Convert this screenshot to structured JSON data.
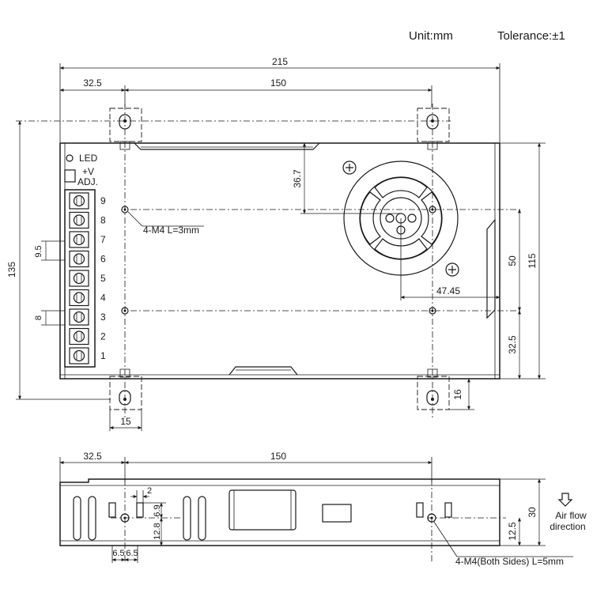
{
  "header": {
    "unit": "Unit:mm",
    "tolerance": "Tolerance:±1"
  },
  "top_view": {
    "dims": {
      "overall_width": "215",
      "hole_offset_left": "32.5",
      "hole_spacing": "150",
      "overall_height": "135",
      "body_height": "115",
      "hole_spacing_v": "50",
      "hole_bottom": "32.5",
      "fan_top": "36.7",
      "fan_offset": "47.45",
      "tab_height": "16",
      "tab_width": "15",
      "terminal_pitch": "9.5",
      "terminal_width": "8"
    },
    "labels": {
      "led": "LED",
      "vadj_1": "+V",
      "vadj_2": "ADJ.",
      "mount_note": "4-M4 L=3mm"
    },
    "terminals": [
      "9",
      "8",
      "7",
      "6",
      "5",
      "4",
      "3",
      "2",
      "1"
    ]
  },
  "side_view": {
    "dims": {
      "hole_offset_left": "32.5",
      "hole_spacing": "150",
      "height": "30",
      "hole_height": "12.5",
      "slot_gap": "2",
      "slot_height": "6.9",
      "slot_height2": "12.8",
      "slot_w1": "6.5",
      "slot_w2": "6.5"
    },
    "labels": {
      "mount_note": "4-M4(Both Sides) L=5mm",
      "airflow_1": "Air flow",
      "airflow_2": "direction"
    }
  }
}
